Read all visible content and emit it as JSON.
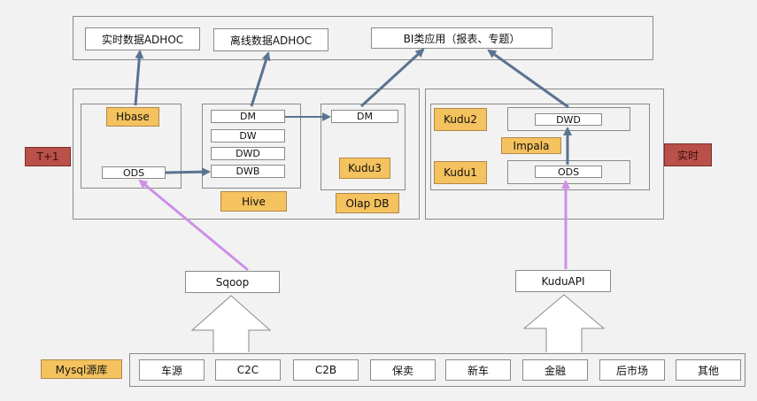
{
  "top": {
    "realtime_adhoc": "实时数据ADHOC",
    "offline_adhoc": "离线数据ADHOC",
    "bi_apps": "BI类应用（报表、专题）"
  },
  "left_group": {
    "hbase": "Hbase",
    "ods": "ODS",
    "hive_layers": [
      "DM",
      "DW",
      "DWD",
      "DWB"
    ],
    "hive": "Hive",
    "olap_dm": "DM",
    "kudu3": "Kudu3",
    "olap_db": "Olap DB",
    "tag": "T+1"
  },
  "right_group": {
    "kudu2": "Kudu2",
    "kudu1": "Kudu1",
    "dwd": "DWD",
    "ods": "ODS",
    "impala": "Impala",
    "tag": "实时"
  },
  "ingest": {
    "sqoop": "Sqoop",
    "kuduapi": "KuduAPI"
  },
  "sources": {
    "label": "Mysql源库",
    "items": [
      "车源",
      "C2C",
      "C2B",
      "保卖",
      "新车",
      "金融",
      "后市场",
      "其他"
    ]
  },
  "colors": {
    "orange": "#f4c25e",
    "red": "#b9504a",
    "blue_arrow": "#5a7390",
    "pink_arrow": "#cf8fe6"
  }
}
